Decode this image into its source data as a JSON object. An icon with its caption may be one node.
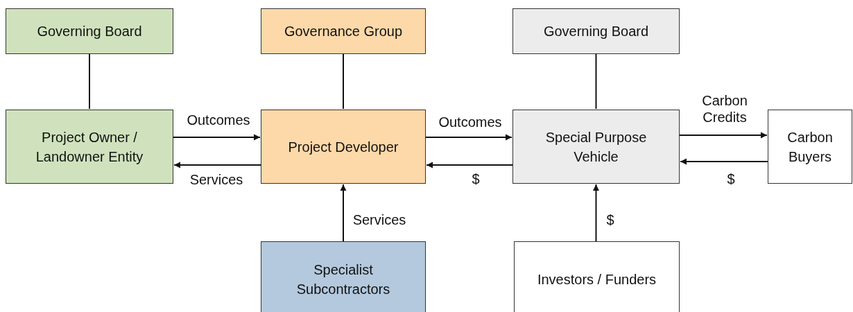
{
  "diagram": {
    "nodes": [
      {
        "text": [
          "Governing Board"
        ]
      },
      {
        "text": [
          "Governance Group"
        ]
      },
      {
        "text": [
          "Governing Board"
        ]
      },
      {
        "text": [
          "Project Owner / Landowner Entity"
        ]
      },
      {
        "text": [
          "Project Developer"
        ]
      },
      {
        "text": [
          "Special Purpose Vehicle"
        ]
      },
      {
        "text": [
          "Carbon Buyers"
        ]
      },
      {
        "text": [
          "Specialist Subcontractors"
        ]
      },
      {
        "text": [
          "Investors / Funders"
        ]
      }
    ],
    "edges": [
      {
        "from": 0,
        "to": 3,
        "arrow": "none"
      },
      {
        "from": 1,
        "to": 4,
        "arrow": "none"
      },
      {
        "from": 2,
        "to": 5,
        "arrow": "none"
      },
      {
        "from": 3,
        "to": 4,
        "arrow": "to",
        "label": "Outcomes"
      },
      {
        "from": 4,
        "to": 3,
        "arrow": "to",
        "label": "Services"
      },
      {
        "from": 4,
        "to": 5,
        "arrow": "to",
        "label": "Outcomes"
      },
      {
        "from": 5,
        "to": 4,
        "arrow": "to",
        "label": "$"
      },
      {
        "from": 5,
        "to": 6,
        "arrow": "to",
        "label": "Carbon Credits"
      },
      {
        "from": 6,
        "to": 5,
        "arrow": "to",
        "label": "$"
      },
      {
        "from": 7,
        "to": 4,
        "arrow": "to",
        "label": "Services"
      },
      {
        "from": 8,
        "to": 5,
        "arrow": "to",
        "label": "$"
      }
    ]
  }
}
